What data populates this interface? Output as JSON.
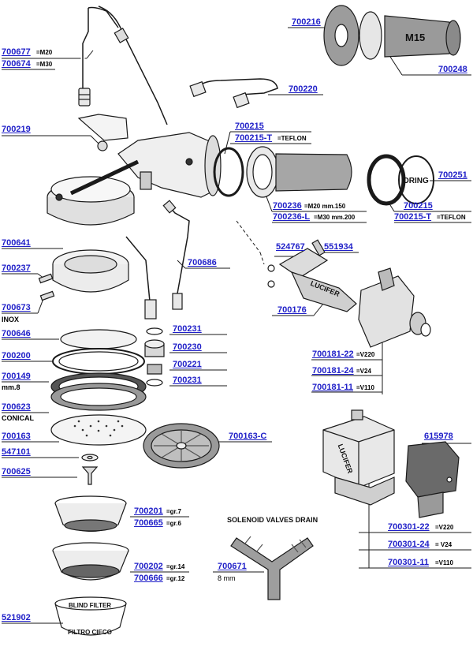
{
  "diagram": {
    "parts": {
      "p700677": "700677",
      "p700674": "700674",
      "p700216": "700216",
      "p700248": "700248",
      "p700220": "700220",
      "p700219": "700219",
      "p700215a": "700215",
      "p700215t_a": "700215-T",
      "p700251": "700251",
      "p700215b": "700215",
      "p700215t_b": "700215-T",
      "p700236": "700236",
      "p700236l": "700236-L",
      "p524767": "524767",
      "p551934": "551934",
      "p700641": "700641",
      "p700686": "700686",
      "p700237": "700237",
      "p700176": "700176",
      "p700673": "700673",
      "p700646": "700646",
      "p700231a": "700231",
      "p700230": "700230",
      "p700200": "700200",
      "p700221": "700221",
      "p700231b": "700231",
      "p700181_22": "700181-22",
      "p700149": "700149",
      "p700181_24": "700181-24",
      "p700623": "700623",
      "p700181_11": "700181-11",
      "p615978": "615978",
      "p700163": "700163",
      "p700163c": "700163-C",
      "p547101": "547101",
      "p700625": "700625",
      "p700201": "700201",
      "p700665": "700665",
      "p700301_22": "700301-22",
      "p700301_24": "700301-24",
      "p700202": "700202",
      "p700671": "700671",
      "p700301_11": "700301-11",
      "p700666": "700666",
      "p521902": "521902"
    },
    "notes": {
      "m20": "=M20",
      "m30": "=M30",
      "teflon_a": "=TEFLON",
      "teflon_b": "=TEFLON",
      "m20_150": "=M20 mm.150",
      "m30_200": "=M30 mm.200",
      "inox": "INOX",
      "mm8": "mm.8",
      "conical": "CONICAL",
      "v220a": "=V220",
      "v24a": "=V24",
      "v110a": "=V110",
      "gr7": "=gr.7",
      "gr6": "=gr.6",
      "v220b": "=V220",
      "v24b": "=  V24",
      "v110b": "=V110",
      "gr14": "=gr.14",
      "gr12": "=gr.12",
      "mm8b": "8 mm"
    },
    "drawing_text": {
      "m15": "M15",
      "oring": "ORING",
      "lucifer_a": "LUCIFER",
      "lucifer_b": "LUCIFER",
      "drain_title": "SOLENOID VALVES DRAIN",
      "blind_filter": "BLIND FILTER",
      "filtro_cieco": "FILTRO CIECO"
    }
  }
}
